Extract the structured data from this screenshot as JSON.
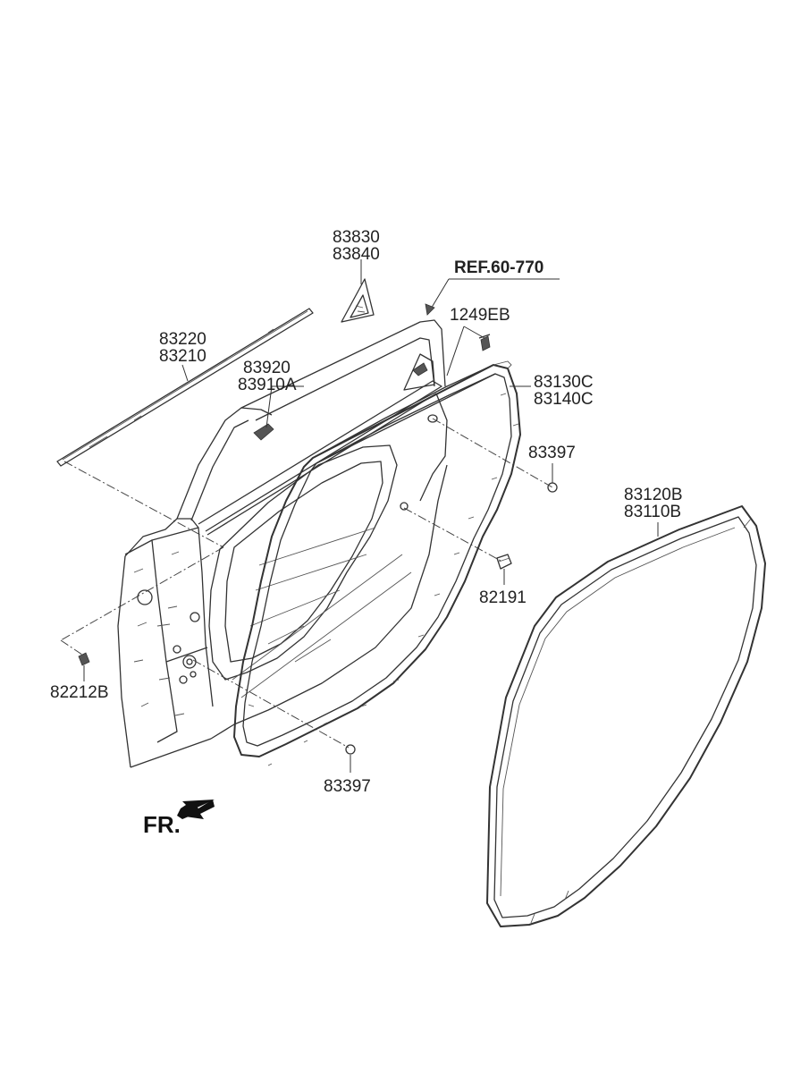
{
  "labels": {
    "glass_run_upper": "83830",
    "glass_run_lower": "83840",
    "reference": "REF.60-770",
    "bolt": "1249EB",
    "belt_moulding_1": "83220",
    "belt_moulding_2": "83210",
    "channel_1": "83920",
    "channel_2": "83910A",
    "weatherstrip_door_1": "83130C",
    "weatherstrip_door_2": "83140C",
    "plug_upper": "83397",
    "body_weatherstrip_1": "83120B",
    "body_weatherstrip_2": "83110B",
    "clip": "82191",
    "fastener": "82212B",
    "plug_lower": "83397",
    "direction": "FR."
  }
}
